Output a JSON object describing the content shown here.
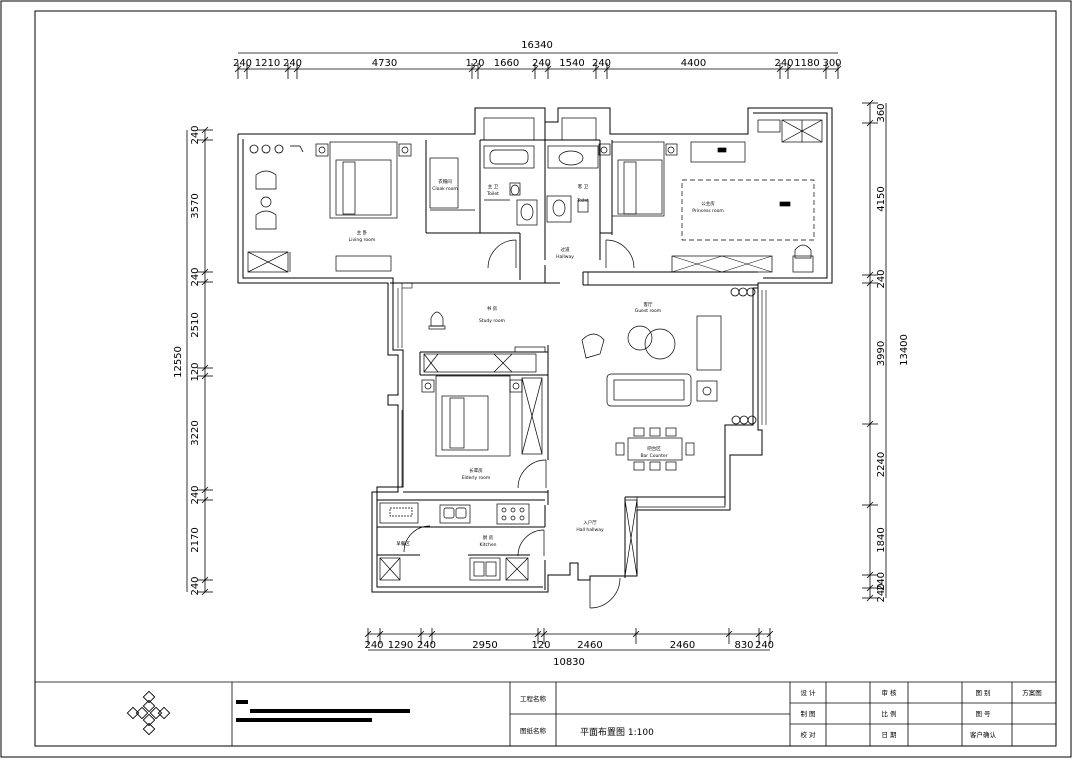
{
  "dims": {
    "top_total": "16340",
    "top": [
      "240",
      "1210",
      "240",
      "4730",
      "120",
      "1660",
      "240",
      "1540",
      "240",
      "4400",
      "240",
      "1180",
      "300"
    ],
    "bottom_total": "10830",
    "bottom": [
      "240",
      "1290",
      "240",
      "2950",
      "120",
      "2460",
      "2460",
      "830",
      "240"
    ],
    "left_total": "12550",
    "left": [
      "240",
      "3570",
      "240",
      "2510",
      "120",
      "3220",
      "240",
      "2170",
      "240"
    ],
    "right_total": "13400",
    "right": [
      "360",
      "4150",
      "240",
      "3990",
      "2240",
      "1840",
      "240",
      "240"
    ]
  },
  "rooms": {
    "master_cn": "主 卧",
    "master_en": "Living room",
    "cloak_cn": "衣帽间",
    "cloak_en": "Cloak room",
    "toilet1_cn": "主 卫",
    "toilet1_en": "Toilet",
    "toilet2_cn": "客 卫",
    "toilet2_en": "Toilet",
    "hallway_cn": "过道",
    "hallway_en": "Hallway",
    "princess_cn": "公主房",
    "princess_en": "Princess room",
    "study_cn": "书 房",
    "study_en": "Study room",
    "guest_cn": "客厅",
    "guest_en": "Guest room",
    "elder_cn": "长辈房",
    "elder_en": "Elderly room",
    "bar_cn": "吧台区",
    "bar_en": "Bar Counter",
    "kitchen_cn": "厨 房",
    "kitchen_en": "Kitchen",
    "dining_cn": "早餐区",
    "entry_cn": "入户厅",
    "entry_en": "Hall hallway"
  },
  "title_block": {
    "project_name_label": "工程名称",
    "drawing_name_label": "图纸名称",
    "drawing_name": "平面布置图  1:100",
    "design": "设 计",
    "drawing": "制 图",
    "check": "校 对",
    "review": "审 核",
    "scale": "比 例",
    "date": "日 期",
    "category": "图 别",
    "category_value": "方案图",
    "number": "图 号",
    "client_confirm": "客户确认"
  }
}
